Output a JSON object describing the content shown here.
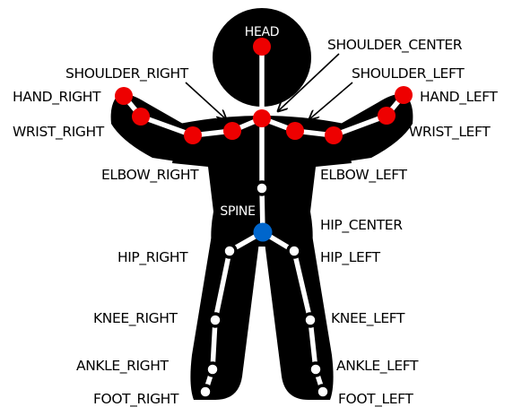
{
  "labels": {
    "head": "HEAD",
    "shoulder_center": "SHOULDER_CENTER",
    "shoulder_right": "SHOULDER_RIGHT",
    "shoulder_left": "SHOULDER_LEFT",
    "hand_right": "HAND_RIGHT",
    "hand_left": "HAND_LEFT",
    "wrist_right": "WRIST_RIGHT",
    "wrist_left": "WRIST_LEFT",
    "elbow_right": "ELBOW_RIGHT",
    "elbow_left": "ELBOW_LEFT",
    "spine": "SPINE",
    "hip_center": "HIP_CENTER",
    "hip_right": "HIP_RIGHT",
    "hip_left": "HIP_LEFT",
    "knee_right": "KNEE_RIGHT",
    "knee_left": "KNEE_LEFT",
    "ankle_right": "ANKLE_RIGHT",
    "ankle_left": "ANKLE_LEFT",
    "foot_right": "FOOT_RIGHT",
    "foot_left": "FOOT_LEFT"
  },
  "colors": {
    "body": "#000000",
    "bones": "#ffffff",
    "red_joint": "#ee0000",
    "blue_joint": "#0066cc",
    "open_joint_fill": "#ffffff",
    "open_joint_stroke": "#000000",
    "text": "#000000",
    "spine_text": "#ffffff"
  }
}
